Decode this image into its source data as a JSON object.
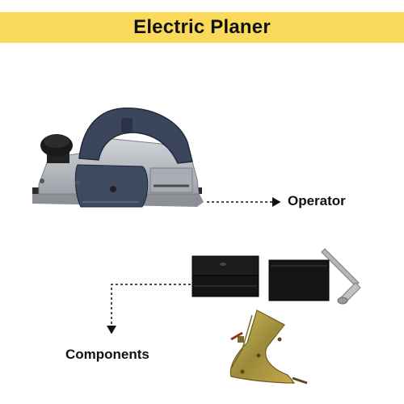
{
  "header": {
    "title": "Electric Planer",
    "background": "#fbd95a"
  },
  "labels": {
    "operator": "Operator",
    "components": "Components"
  },
  "colors": {
    "planer_body": "#b7bcc2",
    "planer_handle": "#3b465c",
    "metal_black": "#111111",
    "bracket_gold": "#b59a3c"
  },
  "icons": {
    "main_product": "electric-planer-icon",
    "parts": [
      "blade-holder-block-icon",
      "blade-plate-icon",
      "hex-key-icon",
      "fence-bracket-icon"
    ]
  }
}
